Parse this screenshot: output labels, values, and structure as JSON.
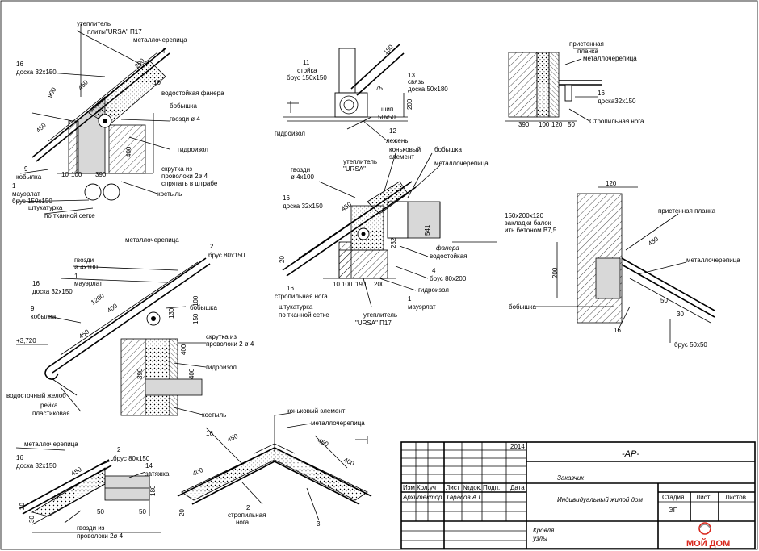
{
  "colors": {
    "line": "#000000",
    "logo_red": "#d9261c",
    "logo_grey": "#8c8c8c"
  },
  "detail1": {
    "labels": [
      "утеплитель",
      "плиты\"URSA\" П17",
      "металлочерепица",
      "4",
      "16",
      "доска 32х150",
      "450",
      "900",
      "450",
      "200",
      "10",
      "водостойкая фанера",
      "бобышка",
      "гвозди ø 4",
      "гидроизол",
      "400",
      "скрутка из",
      "проволоки 2ø 4",
      "спрятать в штрабе",
      "костыль",
      "9",
      "кобылка",
      "1",
      "мауэрлат",
      "брус 150х150",
      "10",
      "100",
      "390",
      "штукатурка",
      "по тканной сетке"
    ]
  },
  "detail2": {
    "labels": [
      "11",
      "стойка",
      "брус 150х150",
      "180",
      "13",
      "связь",
      "доска 50х180",
      "75",
      "200",
      "шип",
      "50х50",
      "гидроизол",
      "12",
      "лежень"
    ]
  },
  "detail3": {
    "labels": [
      "пристенная",
      "планка",
      "металлочерепица",
      "16",
      "доска32х150",
      "Стропильная нога",
      "390",
      "100",
      "120",
      "50"
    ]
  },
  "detail4": {
    "labels": [
      "гвозди",
      "ø 4х100",
      "утеплитель",
      "\"URSA\"",
      "коньковый",
      "элемент",
      "бобышка",
      "металлочерепица",
      "16",
      "доска 32х150",
      "450",
      "541",
      "232",
      "фанера",
      "водостойкая",
      "4",
      "брус 80х200",
      "20",
      "16",
      "стропильная нога",
      "10",
      "100",
      "190",
      "200",
      "гидроизол",
      "1",
      "мауэрлат",
      "штукатурка",
      "по тканной сетке",
      "утеплитель",
      "\"URSA\" П17"
    ]
  },
  "detail5": {
    "labels": [
      "120",
      "пристенная планка",
      "150х200х120",
      "закладки балок",
      "ить бетоном В7,5",
      "450",
      "металлочерепица",
      "200",
      "бобышка",
      "16",
      "брус 50х50",
      "30",
      "50"
    ]
  },
  "detail6": {
    "labels": [
      "металлочерепица",
      "2",
      "брус 80х150",
      "гвозди",
      "ø 4х100",
      "1",
      "мауэрлат",
      "16",
      "доска 32х150",
      "9",
      "кобылка",
      "1200",
      "450",
      "400",
      "бобышка",
      "+3,720",
      "130",
      "скрутка из",
      "проволоки 2 ø 4",
      "гидроизол",
      "водосточный желоб",
      "рейка",
      "пластиковая",
      "костыль",
      "400",
      "390",
      "400",
      "150",
      "100"
    ]
  },
  "detail7": {
    "labels": [
      "металлочерепица",
      "2",
      "брус 80х150",
      "16",
      "доска 32х150",
      "14",
      "затяжка",
      "450",
      "400",
      "180",
      "50",
      "20",
      "30",
      "50",
      "гвозди из",
      "проволоки 2ø 4"
    ]
  },
  "detail8": {
    "labels": [
      "коньковый элемент",
      "металлочерепица",
      "16",
      "450",
      "450",
      "400",
      "400",
      "2",
      "стропильная",
      "нога",
      "3",
      "20"
    ]
  },
  "title_block": {
    "year": "2014",
    "code": "-АР-",
    "customer_label": "Заказчик",
    "headers": [
      "Изм.",
      "Кол.уч",
      "Лист",
      "№док.",
      "Подп.",
      "Дата"
    ],
    "architect_role": "Архитектор",
    "architect_name": "Тарасов А.Г.",
    "project": "Индивидуальный жилой дом",
    "stage_label": "Стадия",
    "sheet_label": "Лист",
    "sheets_label": "Листов",
    "stage_value": "ЭП",
    "sheet_title_1": "Кровля",
    "sheet_title_2": "узлы"
  },
  "logo": {
    "text": "МОЙ ДОМ"
  }
}
